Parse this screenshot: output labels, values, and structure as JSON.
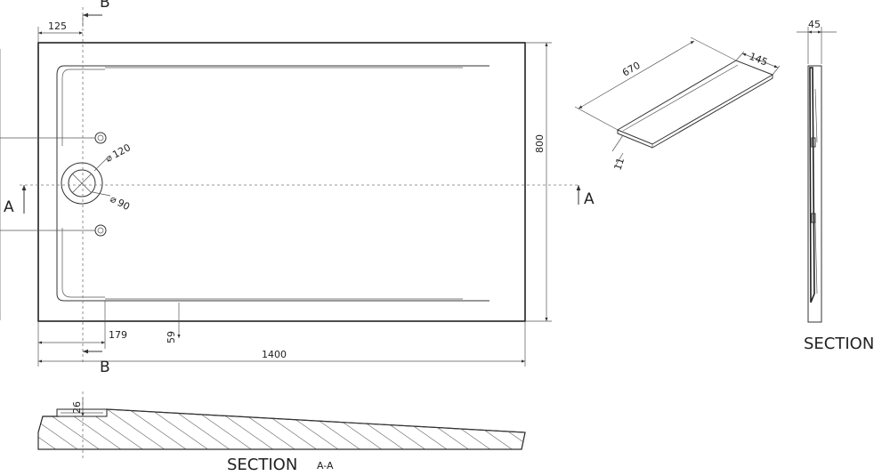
{
  "plan": {
    "dims": {
      "edge_left": "125",
      "height": "800",
      "width": "1400",
      "drain_offset": "179",
      "trough_offset": "59",
      "drain_outer": "120",
      "drain_inner": "90"
    },
    "section_marker": "A",
    "cut_marker": "B"
  },
  "grate": {
    "length": "670",
    "width": "145",
    "thickness": "11"
  },
  "side_section": {
    "thickness": "45",
    "label": "SECTION"
  },
  "section_aa": {
    "depth": "26",
    "label": "SECTION",
    "suffix": "A-A"
  },
  "colors": {
    "line": "#222222",
    "centerline": "#777777"
  }
}
